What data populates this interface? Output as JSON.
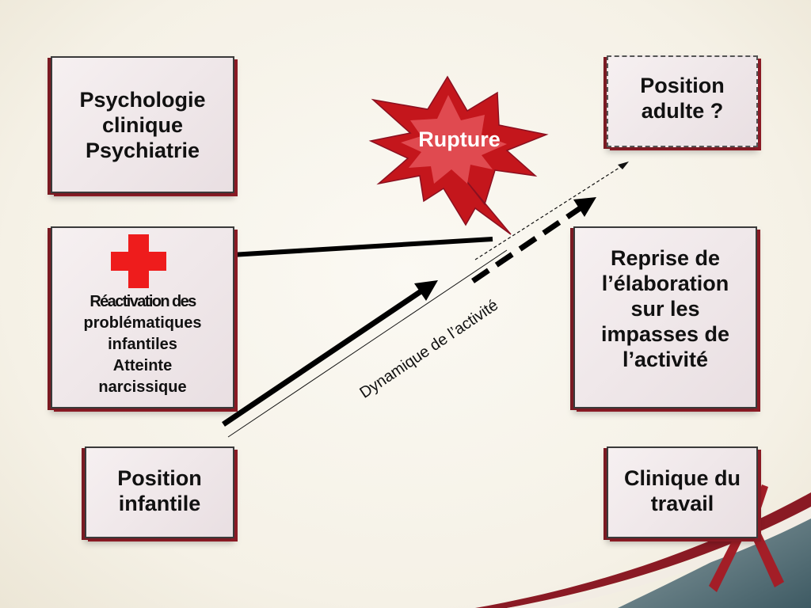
{
  "boxes": {
    "psychologie": [
      "Psychologie",
      "clinique",
      "Psychiatrie"
    ],
    "reactivation": [
      "Réactivation des",
      "problématiques",
      "infantiles",
      "Atteinte",
      "narcissique"
    ],
    "position_infantile": [
      "Position",
      "infantile"
    ],
    "position_adulte": [
      "Position",
      "adulte ?"
    ],
    "reprise": [
      "Reprise de",
      "l’élaboration",
      "sur les",
      "impasses de",
      "l’activité"
    ],
    "clinique_travail": [
      "Clinique du",
      "travail"
    ]
  },
  "rupture_label": "Rupture",
  "axis_label": "Dynamique de l’activité",
  "colors": {
    "accent_red": "#c4161c",
    "dark_red": "#8a1a24",
    "arrow": "#000000",
    "background": "#f8f5ec"
  },
  "icons": {
    "medical_cross": "red-cross-icon",
    "rupture_burst": "explosion-burst-icon"
  }
}
